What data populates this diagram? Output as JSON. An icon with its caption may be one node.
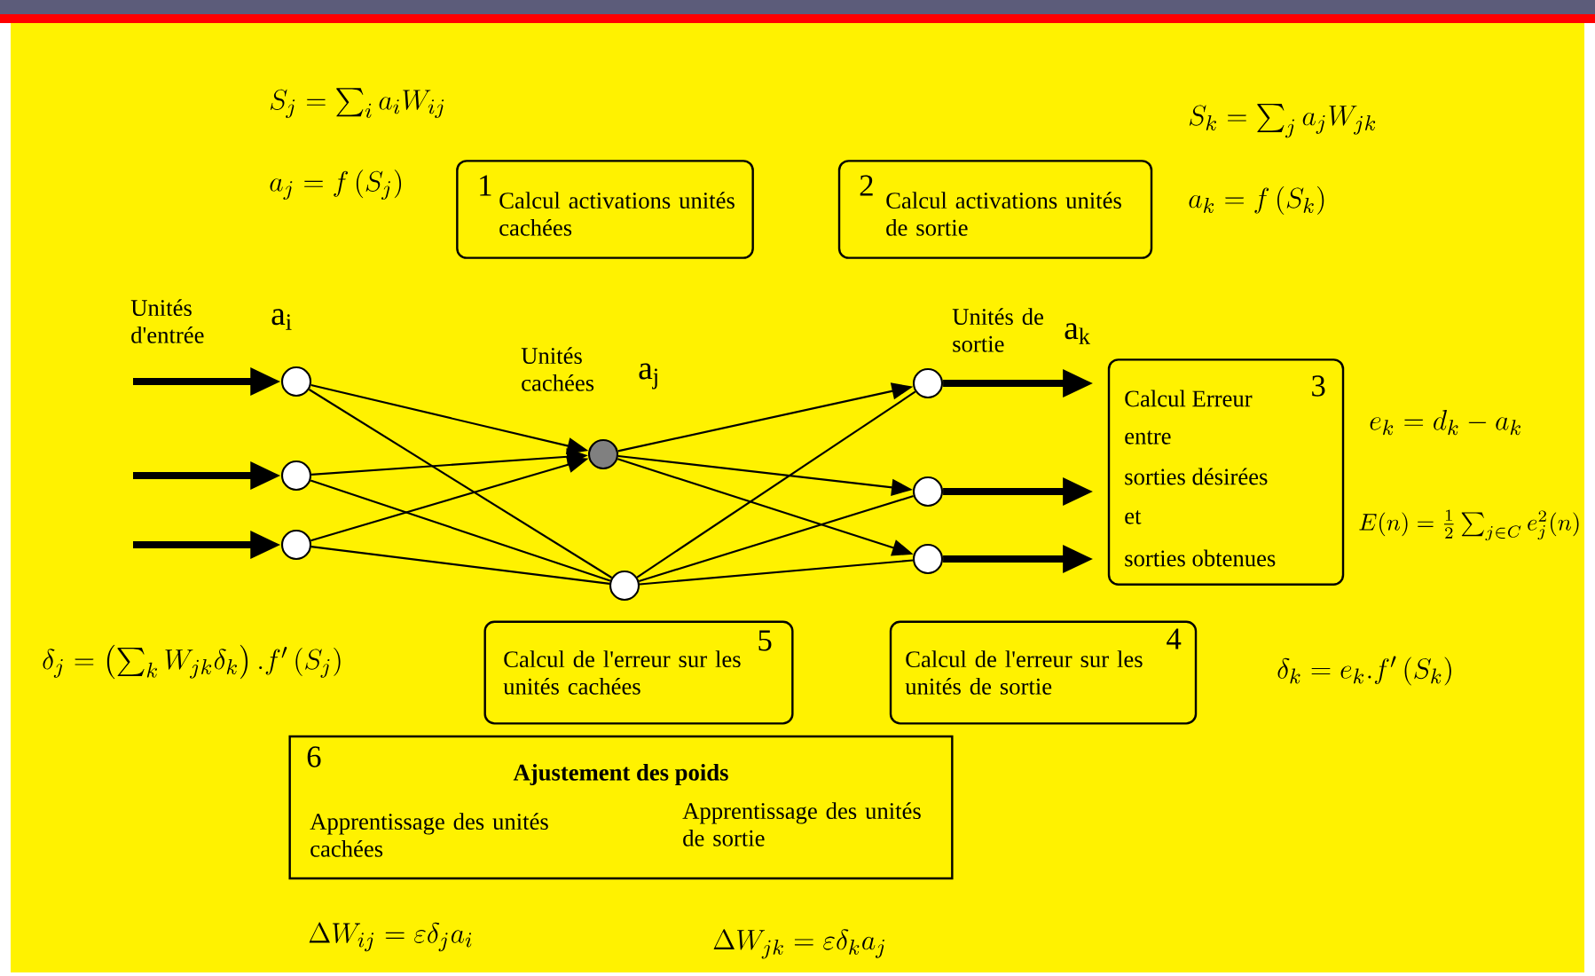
{
  "diagram": {
    "nodes": [
      {
        "text": [
          "1",
          "Calcul activations unités cachées"
        ]
      },
      {
        "text": [
          "2",
          "Calcul activations unités de sortie"
        ]
      },
      {
        "text": [],
        "shape": "circle"
      },
      {
        "text": [],
        "shape": "circle"
      },
      {
        "text": [],
        "shape": "circle"
      },
      {
        "text": [],
        "shape": "circle"
      },
      {
        "text": [],
        "shape": "circle"
      },
      {
        "text": [],
        "shape": "circle"
      },
      {
        "text": [],
        "shape": "circle"
      },
      {
        "text": [],
        "shape": "circle"
      },
      {
        "text": [
          "Calcul Erreur",
          "3",
          "entre",
          "sorties désirées",
          "et",
          "sorties obtenues"
        ]
      },
      {
        "text": [
          "Calcul de l'erreur sur les unités cachées",
          "5"
        ]
      },
      {
        "text": [
          "Calcul de l'erreur sur les unités de sortie",
          "4"
        ]
      },
      {
        "text": [
          "6",
          "Ajustement des poids",
          "Apprentissage des unités cachées",
          "Apprentissage des unités de sortie"
        ]
      }
    ],
    "edges": [
      {
        "from": null,
        "to": 2,
        "arrow": "to",
        "style": "thick"
      },
      {
        "from": null,
        "to": 3,
        "arrow": "to",
        "style": "thick"
      },
      {
        "from": null,
        "to": 4,
        "arrow": "to",
        "style": "thick"
      },
      {
        "from": 2,
        "to": 5,
        "arrow": "to"
      },
      {
        "from": 3,
        "to": 5,
        "arrow": "to"
      },
      {
        "from": 4,
        "to": 5,
        "arrow": "to"
      },
      {
        "from": 2,
        "to": 6,
        "arrow": "none"
      },
      {
        "from": 3,
        "to": 6,
        "arrow": "none"
      },
      {
        "from": 4,
        "to": 6,
        "arrow": "none"
      },
      {
        "from": 5,
        "to": 7,
        "arrow": "to"
      },
      {
        "from": 5,
        "to": 8,
        "arrow": "to"
      },
      {
        "from": 5,
        "to": 9,
        "arrow": "to"
      },
      {
        "from": 6,
        "to": 7,
        "arrow": "none"
      },
      {
        "from": 6,
        "to": 8,
        "arrow": "none"
      },
      {
        "from": 6,
        "to": 9,
        "arrow": "none"
      },
      {
        "from": 7,
        "to": 10,
        "arrow": "to",
        "style": "thick"
      },
      {
        "from": 8,
        "to": 10,
        "arrow": "to",
        "style": "thick"
      },
      {
        "from": 9,
        "to": 10,
        "arrow": "to",
        "style": "thick"
      }
    ],
    "labels": [
      "S_j = \\sum_i a_i W_{ij}",
      "a_j = f\\left(S_j\\right)",
      "S_k = \\sum_j a_j W_{jk}",
      "a_k = f\\left(S_k\\right)",
      "Unités d'entrée",
      "a$_{i}$",
      "Unités cachées",
      "a$_{j}$",
      "Unités de sortie",
      "a$_{k}$",
      "e_k = d_k - a_k",
      "E(n) = \\frac{1}{2}\\sum_{j\\in C} e_j^2(n)",
      "\\delta_j = \\left(\\sum_k W_{jk}\\delta_k\\right).f'\\left(S_j\\right)",
      "\\delta_k = e_k . f'\\left(S_k\\right)",
      "\\Delta W_{ij} = \\varepsilon\\delta_j a_i",
      "\\Delta W_{jk} = \\varepsilon\\delta_k a_j"
    ]
  }
}
